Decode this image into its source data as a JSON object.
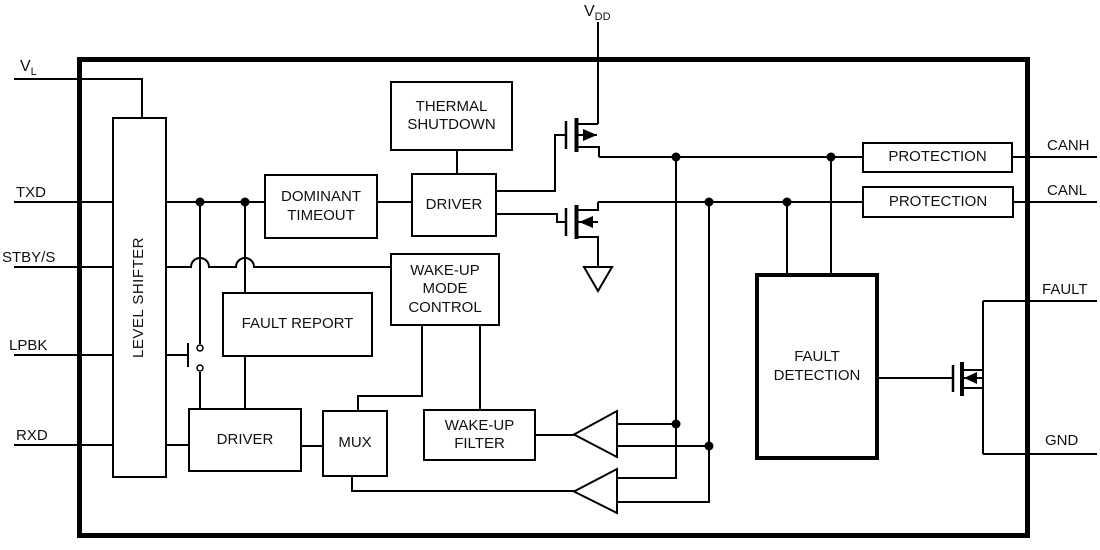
{
  "pins": {
    "vl": {
      "base": "V",
      "sub": "L"
    },
    "vdd": {
      "base": "V",
      "sub": "DD"
    },
    "txd": "TXD",
    "stby": "STBY/S",
    "lpbk": "LPBK",
    "rxd": "RXD",
    "canh": "CANH",
    "canl": "CANL",
    "fault": "FAULT",
    "gnd": "GND"
  },
  "blocks": {
    "level_shifter": "LEVEL SHIFTER",
    "thermal_shutdown": "THERMAL SHUTDOWN",
    "dominant_timeout": "DOMINANT TIMEOUT",
    "driver_top": "DRIVER",
    "fault_report": "FAULT REPORT",
    "wakeup_mode_control": "WAKE-UP MODE CONTROL",
    "driver_bottom": "DRIVER",
    "mux": "MUX",
    "wakeup_filter": "WAKE-UP FILTER",
    "fault_detection": "FAULT DETECTION",
    "protection_canh": "PROTECTION",
    "protection_canl": "PROTECTION"
  },
  "colors": {
    "line": "#000000",
    "background": "#ffffff"
  }
}
